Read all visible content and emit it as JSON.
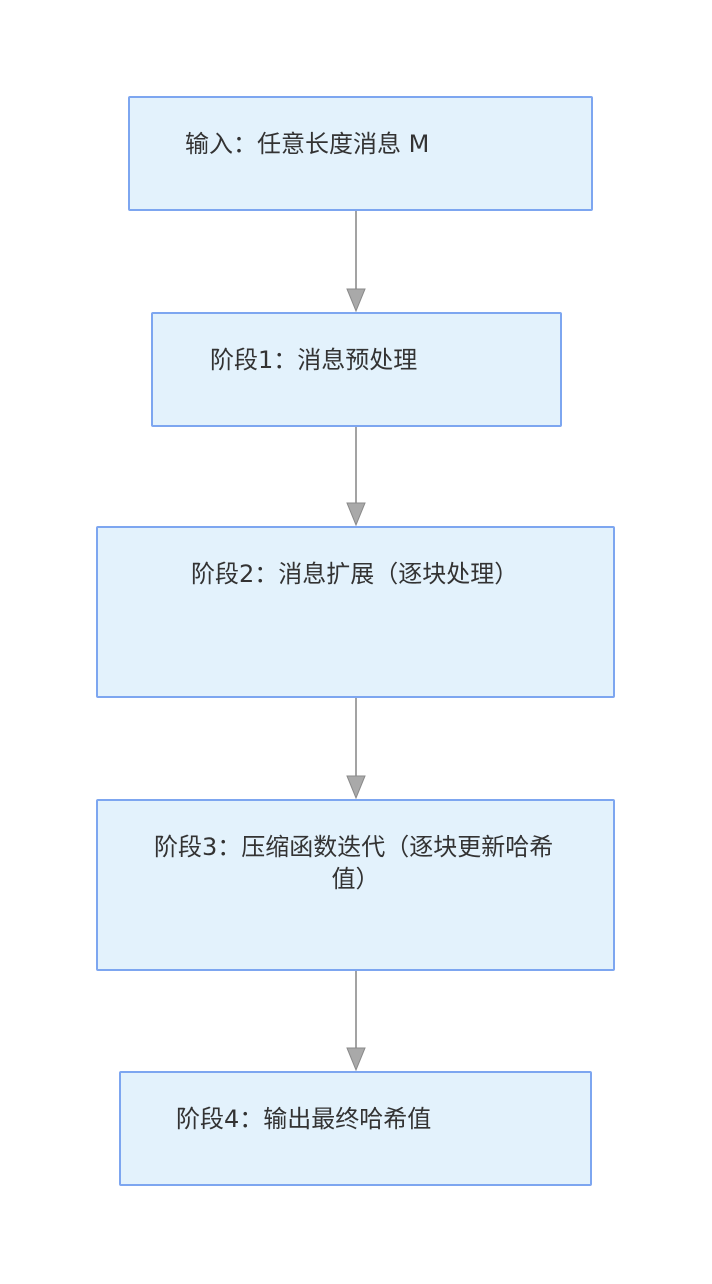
{
  "diagram": {
    "type": "flowchart",
    "direction": "top-down",
    "nodes": [
      {
        "id": "input",
        "label": "输入：任意长度消息 M",
        "lines": [
          "输入：任意长度消息 M"
        ]
      },
      {
        "id": "stage-1",
        "label": "阶段1：消息预处理",
        "lines": [
          "阶段1：消息预处理"
        ]
      },
      {
        "id": "stage-2",
        "label": "阶段2：消息扩展（逐块处理）",
        "lines": [
          "阶段2：消息扩展（逐块处理）"
        ]
      },
      {
        "id": "stage-3",
        "label": "阶段3：压缩函数迭代（逐块更新哈希值）",
        "lines": [
          "阶段3：压缩函数迭代（逐块更新哈希",
          "值）"
        ]
      },
      {
        "id": "stage-4",
        "label": "阶段4：输出最终哈希值",
        "lines": [
          "阶段4：输出最终哈希值"
        ]
      }
    ],
    "edges": [
      {
        "from": "input",
        "to": "stage-1"
      },
      {
        "from": "stage-1",
        "to": "stage-2"
      },
      {
        "from": "stage-2",
        "to": "stage-3"
      },
      {
        "from": "stage-3",
        "to": "stage-4"
      }
    ],
    "colors": {
      "node_fill": "#e3f2fc",
      "node_border": "#7da6f0",
      "arrow_line": "#a3a3a3",
      "arrow_head_fill": "#a9a9a9",
      "arrow_head_stroke": "#8a8a8a",
      "text": "#333333",
      "background": "#ffffff"
    }
  }
}
